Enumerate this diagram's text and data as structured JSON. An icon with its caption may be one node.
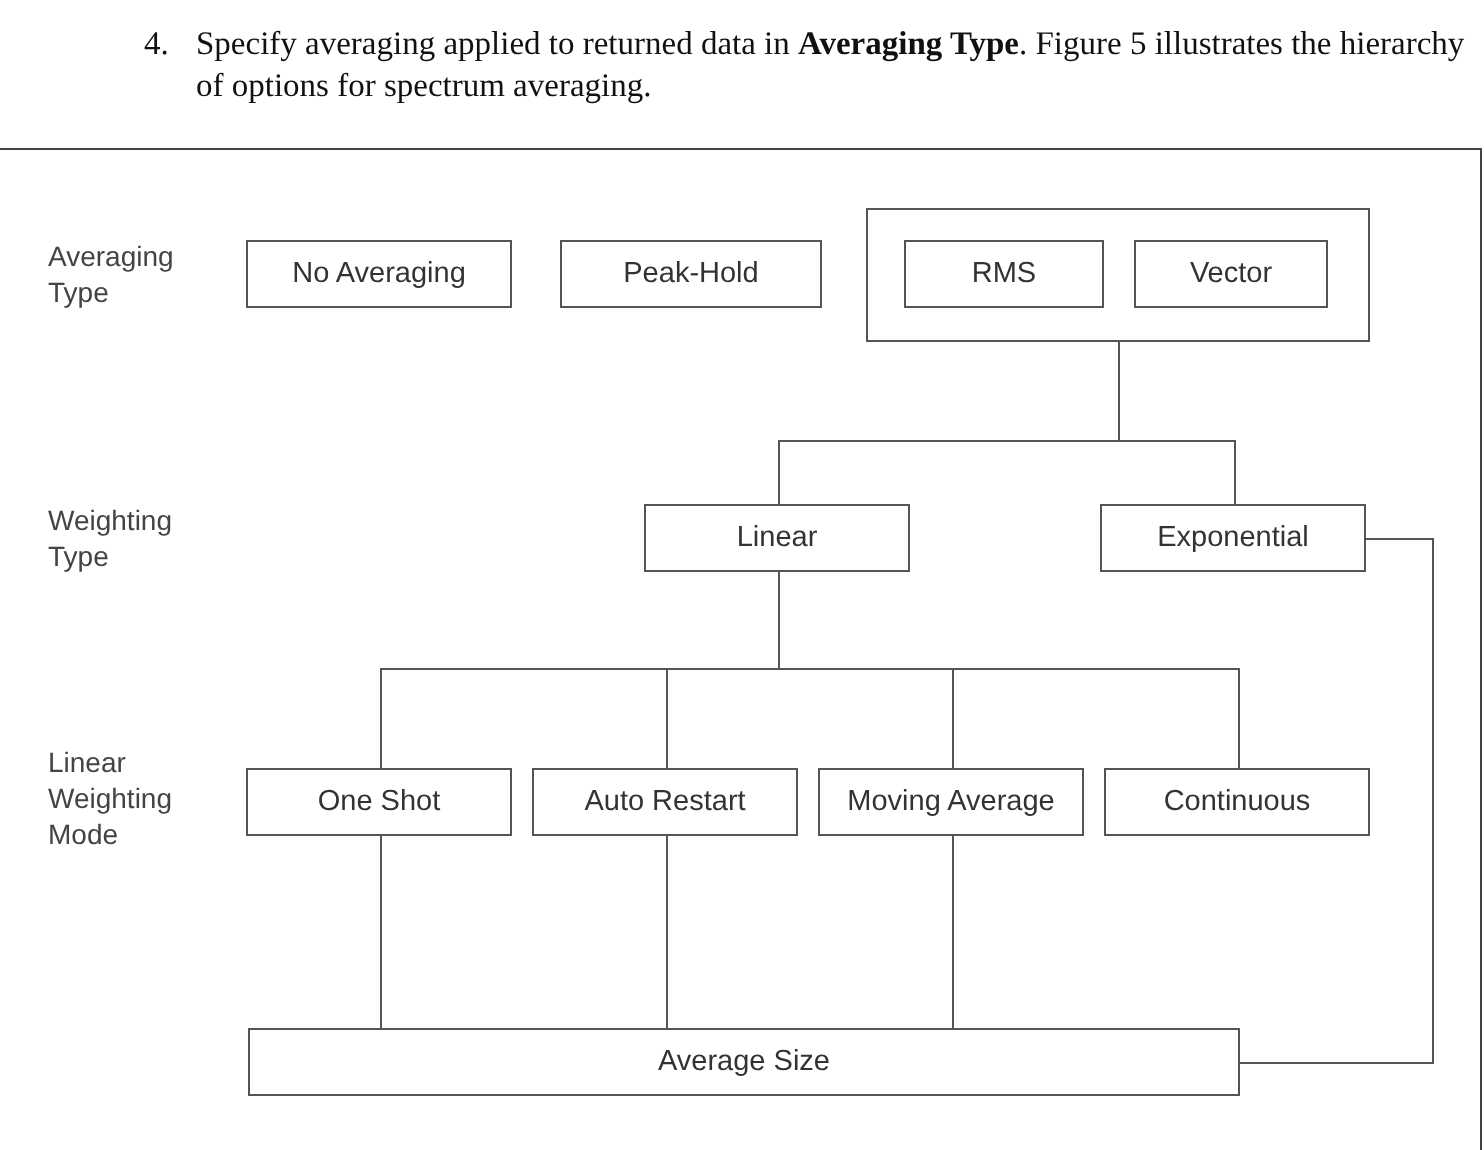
{
  "diagram": {
    "nodes": [
      {
        "text": [
          "No Averaging"
        ]
      },
      {
        "text": [
          "Peak-Hold"
        ]
      },
      {
        "text": [],
        "shape": "box"
      },
      {
        "text": [
          "RMS"
        ],
        "in": 2
      },
      {
        "text": [
          "Vector"
        ],
        "in": 2
      },
      {
        "text": [
          "Linear"
        ]
      },
      {
        "text": [
          "Exponential"
        ]
      },
      {
        "text": [
          "One Shot"
        ]
      },
      {
        "text": [
          "Auto Restart"
        ]
      },
      {
        "text": [
          "Moving Average"
        ]
      },
      {
        "text": [
          "Continuous"
        ]
      },
      {
        "text": [
          "Average Size"
        ]
      }
    ],
    "edges": [
      {
        "from": 2,
        "to": 5,
        "arrow": "none"
      },
      {
        "from": 2,
        "to": 6,
        "arrow": "none"
      },
      {
        "from": 5,
        "to": 7,
        "arrow": "none"
      },
      {
        "from": 5,
        "to": 8,
        "arrow": "none"
      },
      {
        "from": 5,
        "to": 9,
        "arrow": "none"
      },
      {
        "from": 5,
        "to": 10,
        "arrow": "none"
      },
      {
        "from": 7,
        "to": 11,
        "arrow": "none"
      },
      {
        "from": 8,
        "to": 11,
        "arrow": "none"
      },
      {
        "from": 9,
        "to": 11,
        "arrow": "none"
      },
      {
        "from": 6,
        "to": 11,
        "arrow": "none"
      }
    ],
    "labels": [
      "4.",
      "Specify averaging applied to returned data in **Averaging Type**. Figure 5 illustrates the hierarchy of options for spectrum averaging.",
      "Averaging Type",
      "Weighting Type",
      "Linear Weighting Mode"
    ]
  }
}
